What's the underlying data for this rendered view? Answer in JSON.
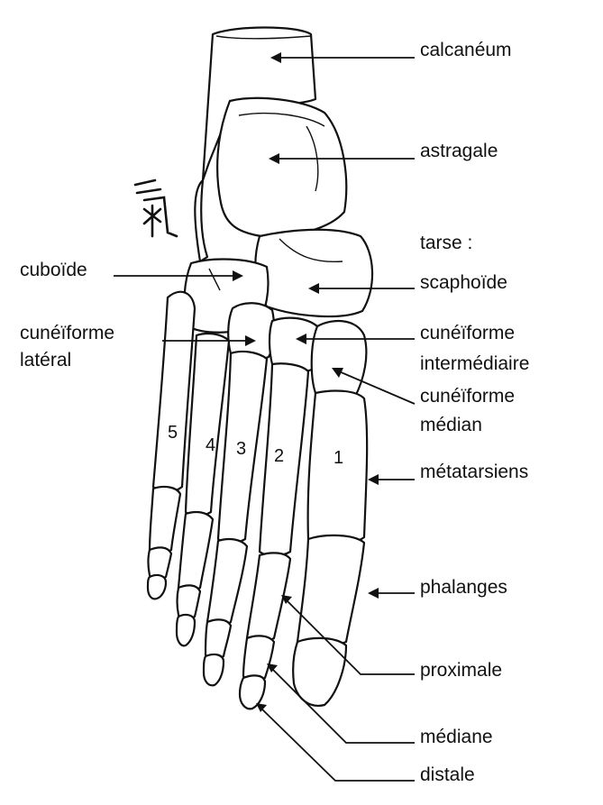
{
  "diagram": {
    "labels": {
      "calcaneum": "calcanéum",
      "astragale": "astragale",
      "tarse": "tarse :",
      "scaphoide": "scaphoïde",
      "cuboide": "cuboïde",
      "cuneiforme_lateral_1": "cunéïforme",
      "cuneiforme_lateral_2": "latéral",
      "cuneiforme_intermediaire_1": "cunéïforme",
      "cuneiforme_intermediaire_2": "intermédiaire",
      "cuneiforme_median_1": "cunéïforme",
      "cuneiforme_median_2": "médian",
      "metatarsiens": "métatarsiens",
      "phalanges": "phalanges",
      "proximale": "proximale",
      "mediane": "médiane",
      "distale": "distale"
    },
    "digits": [
      "1",
      "2",
      "3",
      "4",
      "5"
    ],
    "icon": "qi-calligraphy-glyph"
  }
}
